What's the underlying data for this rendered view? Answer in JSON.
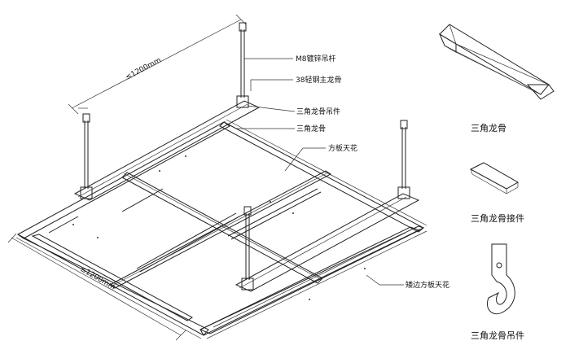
{
  "dimensions": {
    "top": "≤1200mm",
    "bottom": "≤1200mm"
  },
  "callouts": {
    "rod": "M8镀锌吊杆",
    "main_keel": "38轻钢主龙骨",
    "hanger": "三角龙骨吊件",
    "triangle_keel": "三角龙骨",
    "panel": "方板天花",
    "edge_panel": "矮边方板天花"
  },
  "parts": {
    "triangle_keel": "三角龙骨",
    "connector": "三角龙骨接件",
    "hanger": "三角龙骨吊件"
  }
}
